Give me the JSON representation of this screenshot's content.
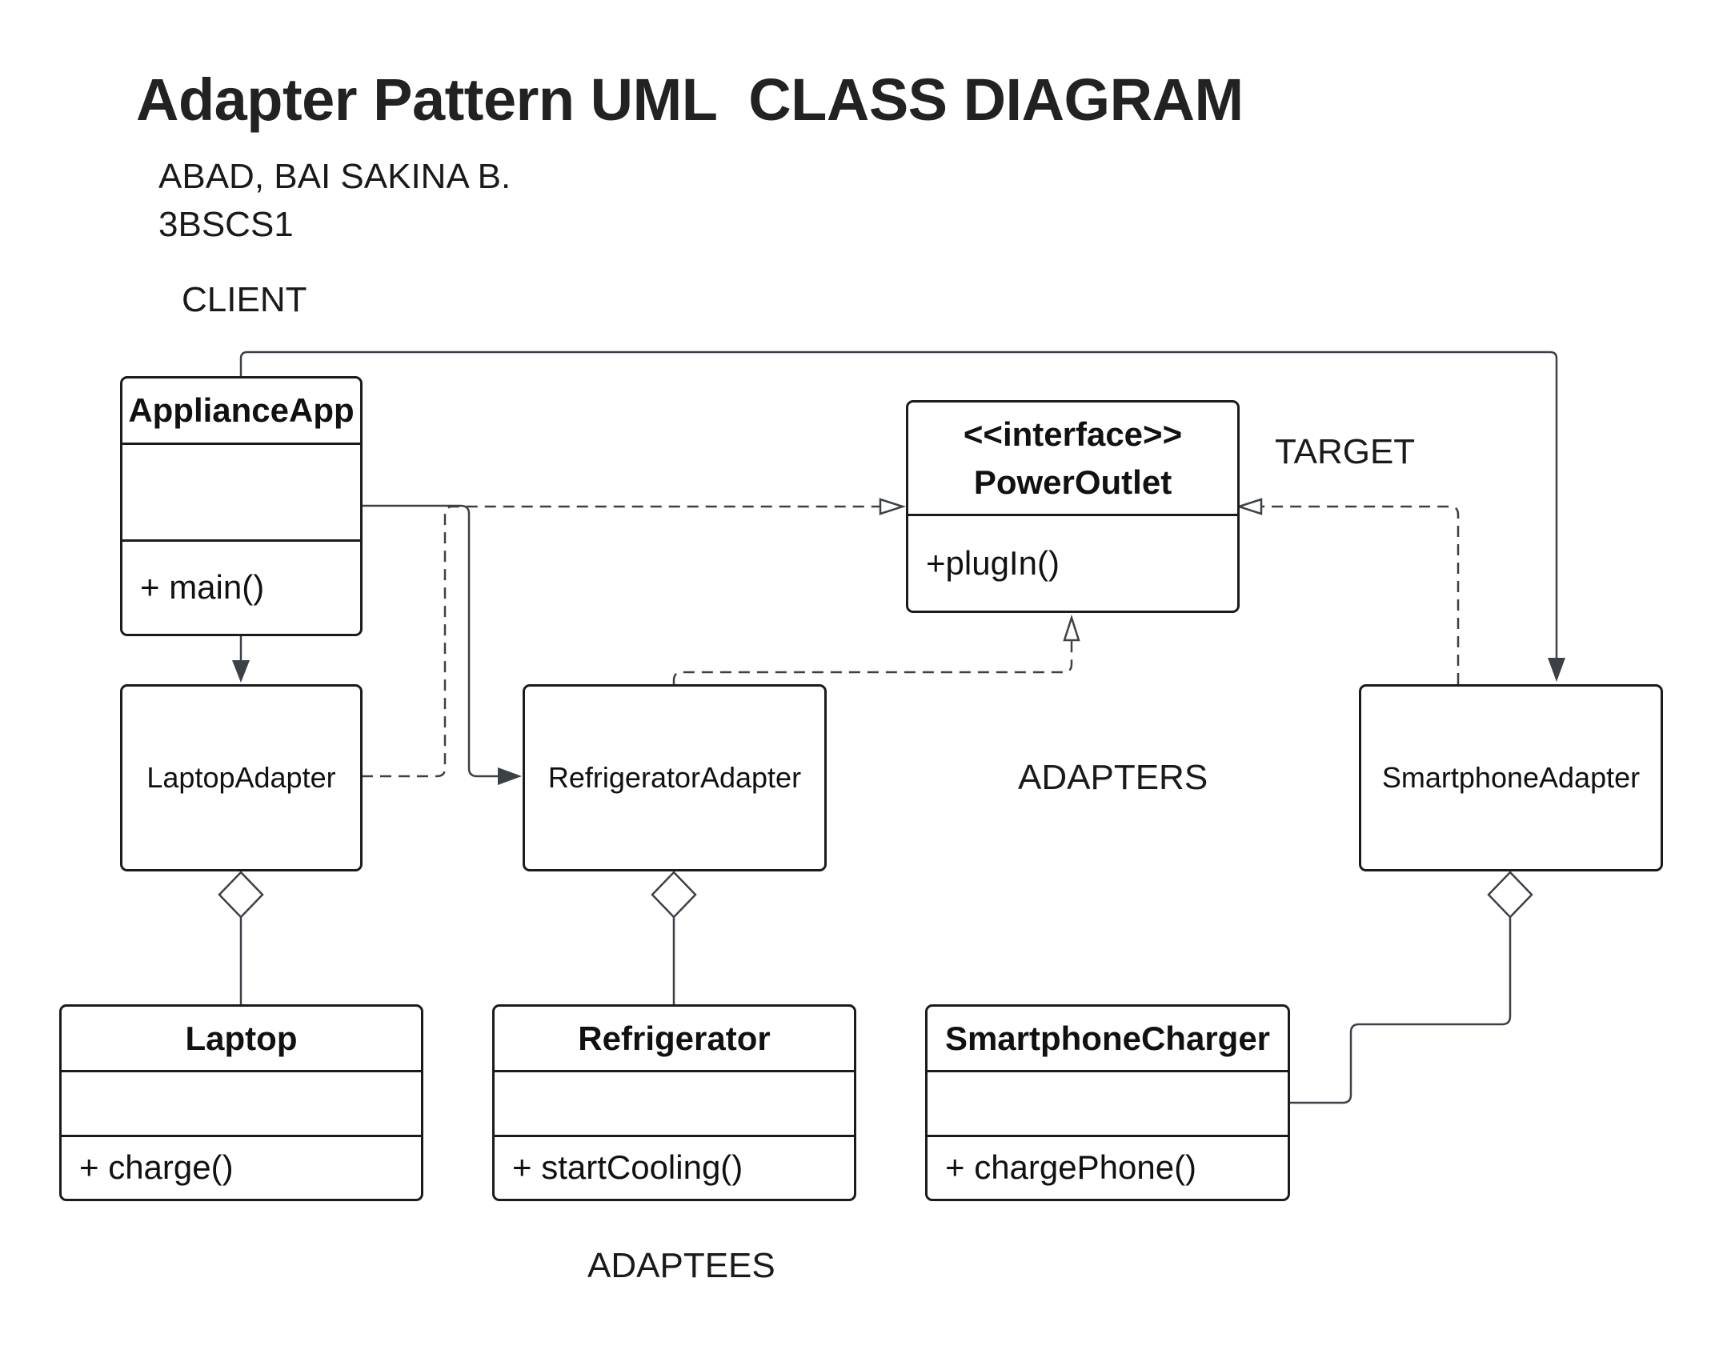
{
  "header": {
    "title": "Adapter Pattern UML  CLASS DIAGRAM",
    "author": "ABAD, BAI SAKINA B.",
    "section": "3BSCS1"
  },
  "labels": {
    "client": "CLIENT",
    "target": "TARGET",
    "adapters": "ADAPTERS",
    "adaptees": "ADAPTEES"
  },
  "classes": {
    "appliance_app": {
      "name": "ApplianceApp",
      "operation": "+ main()"
    },
    "power_outlet": {
      "stereotype": "<<interface>>",
      "name": "PowerOutlet",
      "operation": "+plugIn()"
    },
    "laptop_adapter": {
      "name": "LaptopAdapter"
    },
    "refrigerator_adapter": {
      "name": "RefrigeratorAdapter"
    },
    "smartphone_adapter": {
      "name": "SmartphoneAdapter"
    },
    "laptop": {
      "name": "Laptop",
      "operation": "+ charge()"
    },
    "refrigerator": {
      "name": "Refrigerator",
      "operation": "+ startCooling()"
    },
    "smartphone_charger": {
      "name": "SmartphoneCharger",
      "operation": "+ chargePhone()"
    }
  },
  "relationships": [
    {
      "from": "ApplianceApp",
      "to": "LaptopAdapter",
      "type": "association"
    },
    {
      "from": "ApplianceApp",
      "to": "RefrigeratorAdapter",
      "type": "association"
    },
    {
      "from": "ApplianceApp",
      "to": "SmartphoneAdapter",
      "type": "association"
    },
    {
      "from": "LaptopAdapter",
      "to": "PowerOutlet",
      "type": "realization"
    },
    {
      "from": "RefrigeratorAdapter",
      "to": "PowerOutlet",
      "type": "realization"
    },
    {
      "from": "SmartphoneAdapter",
      "to": "PowerOutlet",
      "type": "realization"
    },
    {
      "from": "LaptopAdapter",
      "to": "Laptop",
      "type": "aggregation"
    },
    {
      "from": "RefrigeratorAdapter",
      "to": "Refrigerator",
      "type": "aggregation"
    },
    {
      "from": "SmartphoneAdapter",
      "to": "SmartphoneCharger",
      "type": "aggregation"
    }
  ],
  "colors": {
    "line": "#3c4148",
    "border": "#1b1b1b",
    "background": "#ffffff"
  }
}
